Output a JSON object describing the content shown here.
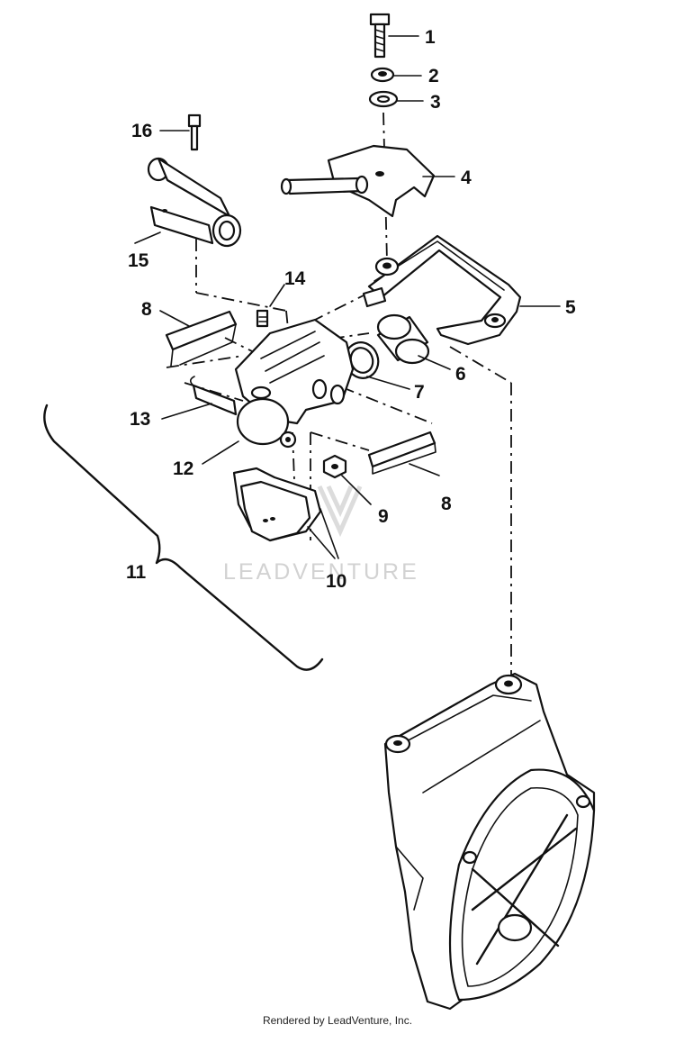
{
  "diagram": {
    "callouts": [
      {
        "id": "c1",
        "text": "1"
      },
      {
        "id": "c2",
        "text": "2"
      },
      {
        "id": "c3",
        "text": "3"
      },
      {
        "id": "c4",
        "text": "4"
      },
      {
        "id": "c5",
        "text": "5"
      },
      {
        "id": "c6",
        "text": "6"
      },
      {
        "id": "c7",
        "text": "7"
      },
      {
        "id": "c8a",
        "text": "8"
      },
      {
        "id": "c8b",
        "text": "8"
      },
      {
        "id": "c9",
        "text": "9"
      },
      {
        "id": "c10",
        "text": "10"
      },
      {
        "id": "c11",
        "text": "11"
      },
      {
        "id": "c12",
        "text": "12"
      },
      {
        "id": "c13",
        "text": "13"
      },
      {
        "id": "c14",
        "text": "14"
      },
      {
        "id": "c15",
        "text": "15"
      },
      {
        "id": "c16",
        "text": "16"
      }
    ],
    "watermark": "LEADVENTURE",
    "colors": {
      "ink": "#111111",
      "watermark": "#d2d2d2",
      "background": "#ffffff"
    }
  },
  "footer": {
    "text": "Rendered by LeadVenture, Inc."
  }
}
